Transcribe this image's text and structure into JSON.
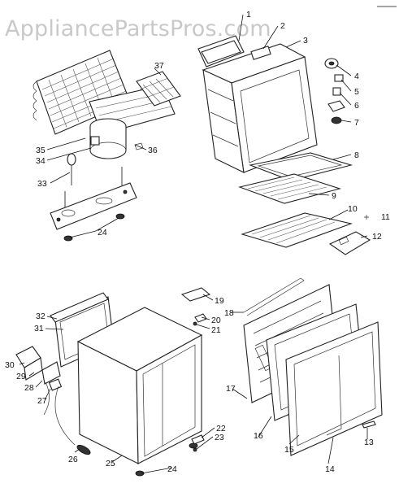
{
  "watermark": "AppliancePartsPros.com",
  "part_labels": {
    "p1": "1",
    "p2": "2",
    "p3": "3",
    "p4": "4",
    "p5": "5",
    "p6": "6",
    "p7": "7",
    "p8": "8",
    "p9": "9",
    "p10": "10",
    "p11": "11",
    "p12": "12",
    "p13": "13",
    "p14": "14",
    "p15": "15",
    "p16": "16",
    "p17": "17",
    "p18": "18",
    "p19": "19",
    "p20": "20",
    "p21": "21",
    "p22": "22",
    "p23": "23",
    "p24a": "24",
    "p24b": "24",
    "p25": "25",
    "p26": "26",
    "p27": "27",
    "p28": "28",
    "p29": "29",
    "p30": "30",
    "p31": "31",
    "p32": "32",
    "p33": "33",
    "p34": "34",
    "p35": "35",
    "p36": "36",
    "p37": "37"
  }
}
